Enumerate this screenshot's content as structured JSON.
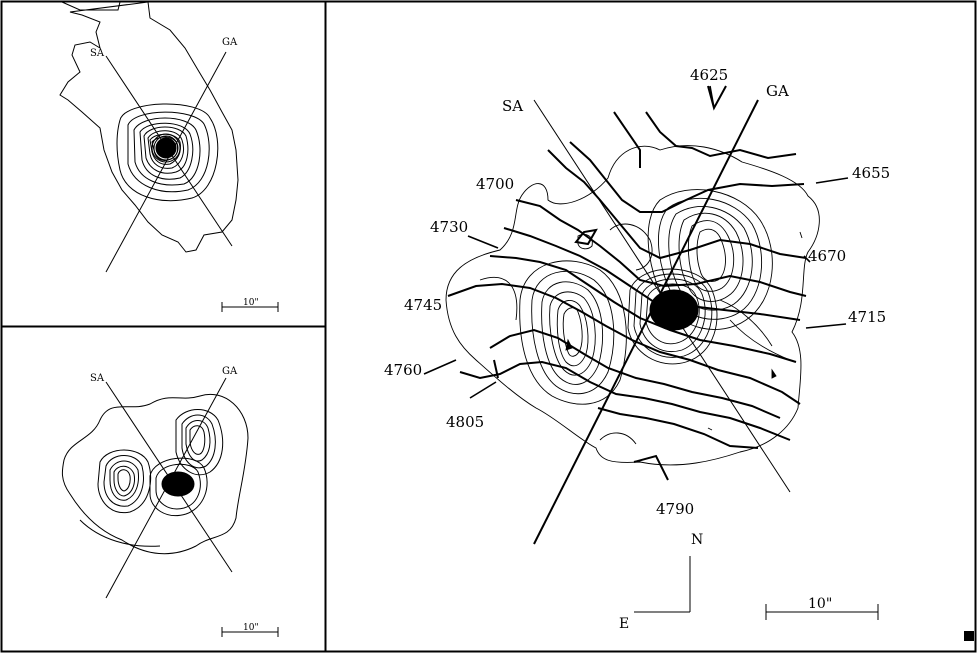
{
  "top_left_panel": {
    "axis_sa": "SA",
    "axis_ga": "GA",
    "scale_label": "10\""
  },
  "bottom_left_panel": {
    "axis_sa": "SA",
    "axis_ga": "GA",
    "scale_label": "10\""
  },
  "main_panel": {
    "axis_sa": "SA",
    "axis_ga": "GA",
    "scale_label": "10\"",
    "compass_n": "N",
    "compass_e": "E",
    "velocity_labels": [
      "4625",
      "4655",
      "4670",
      "4715",
      "4790",
      "4805",
      "4760",
      "4745",
      "4730",
      "4700"
    ]
  }
}
